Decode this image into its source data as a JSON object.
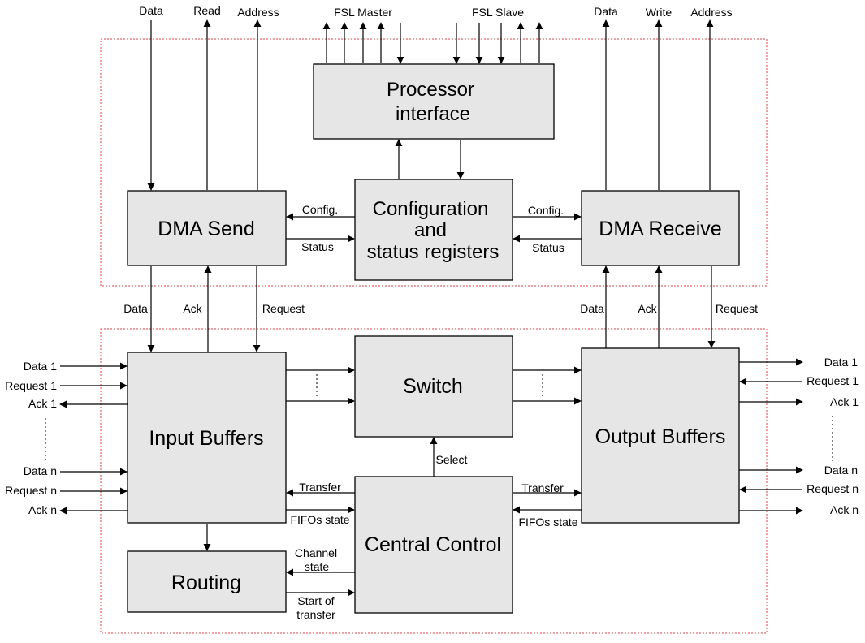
{
  "blocks": {
    "processor": [
      "Processor",
      "interface"
    ],
    "config": [
      "Configuration",
      "and",
      "status registers"
    ],
    "dma_send": "DMA Send",
    "dma_receive": "DMA Receive",
    "switch": "Switch",
    "input_buffers": "Input Buffers",
    "output_buffers": "Output Buffers",
    "central_control": "Central Control",
    "routing": "Routing"
  },
  "top_signals": {
    "send_data": "Data",
    "send_read": "Read",
    "send_address": "Address",
    "fsl_master": "FSL Master",
    "fsl_slave": "FSL Slave",
    "recv_data": "Data",
    "recv_write": "Write",
    "recv_address": "Address"
  },
  "internal_signals": {
    "config_left": "Config.",
    "status_left": "Status",
    "config_right": "Config.",
    "status_right": "Status",
    "send_data": "Data",
    "send_ack": "Ack",
    "send_request": "Request",
    "recv_data": "Data",
    "recv_ack": "Ack",
    "recv_request": "Request",
    "select": "Select",
    "transfer_left": "Transfer",
    "fifos_left": "FIFOs state",
    "transfer_right": "Transfer",
    "fifos_right": "FIFOs state",
    "channel_state": [
      "Channel",
      "state"
    ],
    "start_transfer": [
      "Start of",
      "transfer"
    ]
  },
  "left_ports": {
    "data1": "Data 1",
    "request1": "Request 1",
    "ack1": "Ack 1",
    "datan": "Data n",
    "requestn": "Request n",
    "ackn": "Ack n"
  },
  "right_ports": {
    "data1": "Data  1",
    "request1": "Request 1",
    "ack1": "Ack  1",
    "datan": "Data  n",
    "requestn": "Request n",
    "ackn": "Ack  n"
  }
}
